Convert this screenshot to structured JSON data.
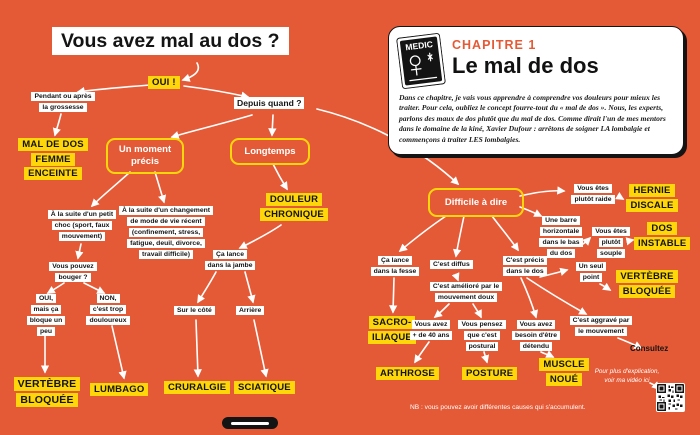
{
  "colors": {
    "background": "#E55A36",
    "highlight_yellow": "#FFD60A",
    "chip_white": "#FFFFFF",
    "text_black": "#141414"
  },
  "header": {
    "title": "Vous avez mal au dos ?"
  },
  "chapter_card": {
    "logo": "MEDIC",
    "kicker": "CHAPITRE 1",
    "title": "Le mal de dos",
    "body": "Dans ce chapitre, je vais vous apprendre à comprendre vos douleurs pour mieux les traiter. Pour cela, oubliez le concept fourre-tout du « mal de dos ». Nous, les experts, parlons des maux de dos plutôt que du mal de dos. Comme dirait l'un de mes mentors dans le domaine de la kiné, Xavier Dufour : arrêtons de soigner LA lombalgie et commençons à traiter LES lombalgies."
  },
  "nodes": {
    "oui": {
      "label": "OUI !"
    },
    "grossesse": {
      "label": "Pendant ou après\nla grossesse"
    },
    "mal_dos_femme": {
      "label": "MAL DE DOS\nFEMME\nENCEINTE"
    },
    "depuis_quand": {
      "label": "Depuis quand ?"
    },
    "moment_precis": {
      "label": "Un moment\nprécis"
    },
    "longtemps": {
      "label": "Longtemps"
    },
    "douleur_chronique": {
      "label": "DOULEUR\nCHRONIQUE"
    },
    "difficile": {
      "label": "Difficile à dire"
    },
    "petit_choc": {
      "label": "À la suite d'un petit\nchoc (sport, faux\nmouvement)"
    },
    "changement": {
      "label": "À la suite d'un changement\nde mode de vie récent\n(confinement, stress,\nfatigue, deuil, divorce,\ntravail difficile)"
    },
    "bouger": {
      "label": "Vous pouvez\nbouger ?"
    },
    "oui_bloque": {
      "label": "OUI,\nmais ça\nbloque un\npeu"
    },
    "non_douloureux": {
      "label": "NON,\nc'est trop\ndouloureux"
    },
    "vertebre1": {
      "label": "VERTÈBRE\nBLOQUÉE"
    },
    "lumbago": {
      "label": "LUMBAGO"
    },
    "lance_jambe": {
      "label": "Ça lance\ndans la jambe"
    },
    "cote": {
      "label": "Sur le côté"
    },
    "arriere": {
      "label": "Arrière"
    },
    "cruralgie": {
      "label": "CRURALGIE"
    },
    "sciatique": {
      "label": "SCIATIQUE"
    },
    "lance_fesse": {
      "label": "Ça lance\ndans la fesse"
    },
    "sacro": {
      "label": "SACRO-\nILIAQUE"
    },
    "diffus": {
      "label": "C'est diffus"
    },
    "ameliore": {
      "label": "C'est amélioré par le\nmouvement doux"
    },
    "plus40": {
      "label": "Vous avez\n+ de 40 ans"
    },
    "postural": {
      "label": "Vous pensez\nque c'est\npostural"
    },
    "arthrose": {
      "label": "ARTHROSE"
    },
    "posture": {
      "label": "POSTURE"
    },
    "precis": {
      "label": "C'est précis\ndans le dos"
    },
    "detendu": {
      "label": "Vous avez\nbesoin d'être\ndétendu"
    },
    "muscle": {
      "label": "MUSCLE\nNOUÉ"
    },
    "raide": {
      "label": "Vous êtes\nplutôt raide"
    },
    "hernie": {
      "label": "HERNIE\nDISCALE"
    },
    "barre": {
      "label": "Une barre\nhorizontale\ndans le bas\ndu dos"
    },
    "souple": {
      "label": "Vous êtes\nplutôt souple"
    },
    "instable": {
      "label": "DOS\nINSTABLE"
    },
    "point": {
      "label": "Un seul\npoint"
    },
    "vertebre2": {
      "label": "VERTÈBRE\nBLOQUÉE"
    },
    "aggrave": {
      "label": "C'est aggravé par\nle mouvement"
    },
    "consultez": {
      "label": "Consultez"
    }
  },
  "footer": {
    "nb_note": "NB : vous pouvez avoir différentes causes qui s'accumulent.",
    "qr_caption": "Pour plus d'explication,\nvoir ma vidéo ici"
  }
}
